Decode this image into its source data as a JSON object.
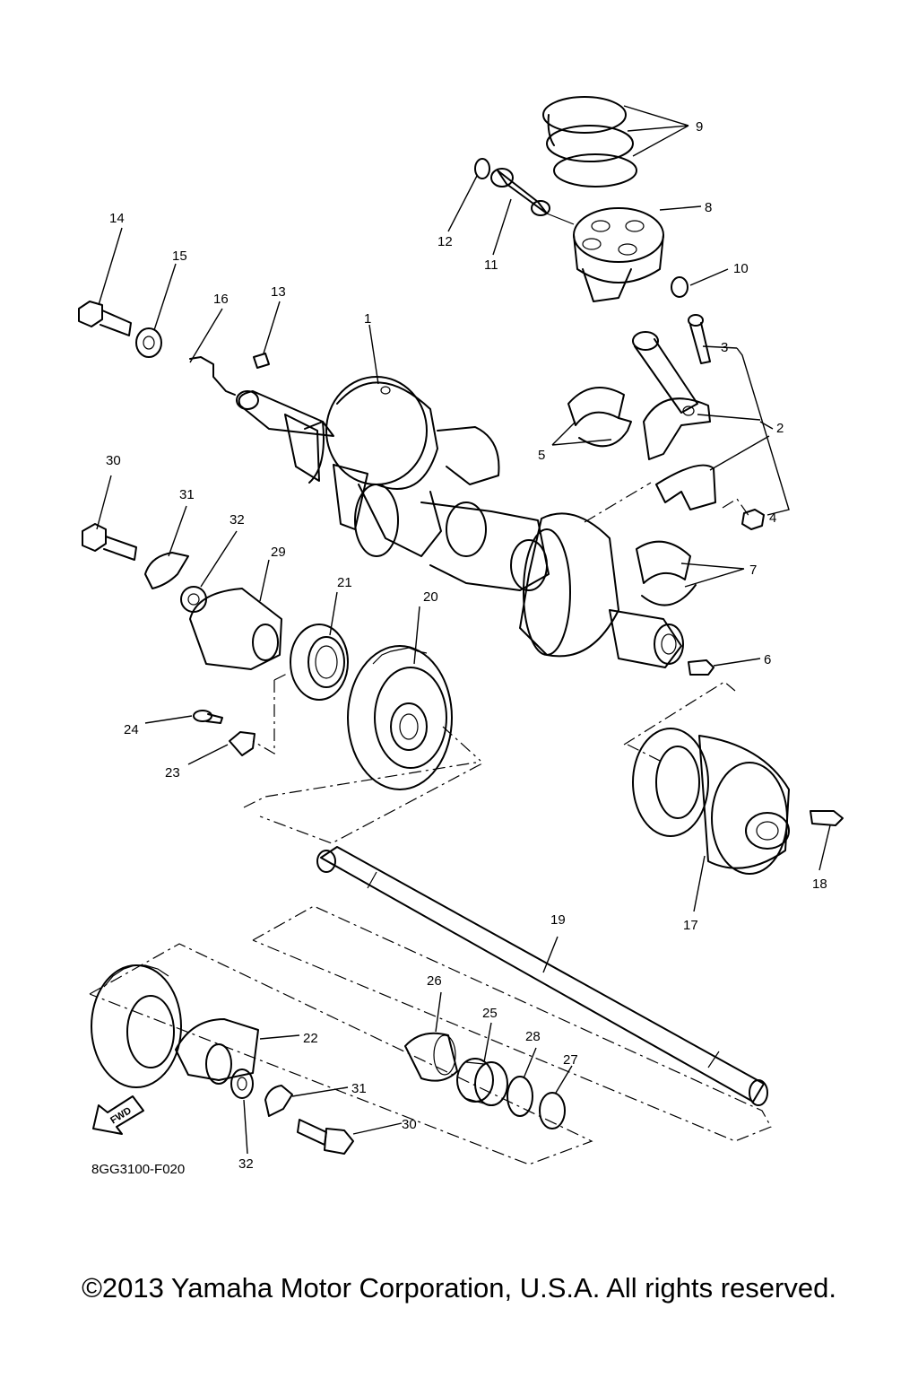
{
  "diagram": {
    "callouts": [
      {
        "id": "c1",
        "text": "1"
      },
      {
        "id": "c2",
        "text": "2"
      },
      {
        "id": "c3",
        "text": "3"
      },
      {
        "id": "c4",
        "text": "4"
      },
      {
        "id": "c5",
        "text": "5"
      },
      {
        "id": "c6",
        "text": "6"
      },
      {
        "id": "c7",
        "text": "7"
      },
      {
        "id": "c8",
        "text": "8"
      },
      {
        "id": "c9",
        "text": "9"
      },
      {
        "id": "c10",
        "text": "10"
      },
      {
        "id": "c11",
        "text": "11"
      },
      {
        "id": "c12",
        "text": "12"
      },
      {
        "id": "c13",
        "text": "13"
      },
      {
        "id": "c14",
        "text": "14"
      },
      {
        "id": "c15",
        "text": "15"
      },
      {
        "id": "c16",
        "text": "16"
      },
      {
        "id": "c17",
        "text": "17"
      },
      {
        "id": "c18",
        "text": "18"
      },
      {
        "id": "c19",
        "text": "19"
      },
      {
        "id": "c20",
        "text": "20"
      },
      {
        "id": "c21",
        "text": "21"
      },
      {
        "id": "c22",
        "text": "22"
      },
      {
        "id": "c23",
        "text": "23"
      },
      {
        "id": "c24",
        "text": "24"
      },
      {
        "id": "c25",
        "text": "25"
      },
      {
        "id": "c26",
        "text": "26"
      },
      {
        "id": "c27",
        "text": "27"
      },
      {
        "id": "c28",
        "text": "28"
      },
      {
        "id": "c29",
        "text": "29"
      },
      {
        "id": "c30a",
        "text": "30"
      },
      {
        "id": "c30b",
        "text": "30"
      },
      {
        "id": "c31a",
        "text": "31"
      },
      {
        "id": "c31b",
        "text": "31"
      },
      {
        "id": "c32a",
        "text": "32"
      },
      {
        "id": "c32b",
        "text": "32"
      }
    ],
    "diagram_code": "8GG3100-F020",
    "fwd_label": "FWD"
  },
  "footer": {
    "copyright": "©2013 Yamaha Motor Corporation, U.S.A. All rights reserved."
  }
}
